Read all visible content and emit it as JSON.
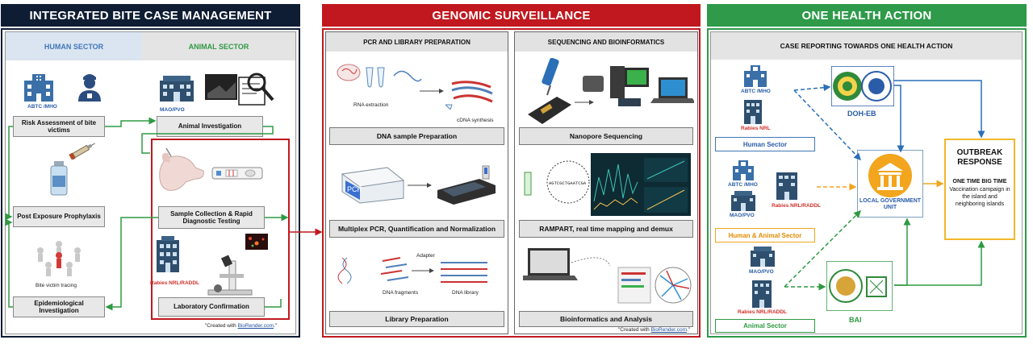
{
  "colors": {
    "navy": "#0e1d33",
    "red": "#c0181e",
    "green": "#2e9a4a",
    "human_blue": "#3f77b8",
    "animal_green": "#2f9a43",
    "orange": "#f2a51d",
    "teal": "#2e7d73"
  },
  "integrated": {
    "title": "INTEGRATED BITE CASE MANAGEMENT",
    "human_sector": "HUMAN SECTOR",
    "animal_sector": "ANIMAL SECTOR",
    "abtc_label": "ABTC /MHO",
    "mao_label": "MAO/PVO",
    "risk_assessment": "Risk Assessment of bite victims",
    "animal_investigation": "Animal Investigation",
    "pep": "Post Exposure Prophylaxis",
    "sample_collection": "Sample Collection & Rapid Diagnostic Testing",
    "bite_tracing": "Bite victim tracing",
    "rabies_nrl": "Rabies NRL/RADDL",
    "epi_investigation": "Epidemiological Investigation",
    "lab_confirmation": "Laboratory Confirmation",
    "credit_prefix": "\"Created with ",
    "credit_link": "BioRender.com",
    "credit_suffix": ".\""
  },
  "genomic": {
    "title": "GENOMIC SURVEILLANCE",
    "left_header": "PCR AND LIBRARY PREPARATION",
    "right_header": "SEQUENCING AND BIOINFORMATICS",
    "rna_extraction": "RNA extraction",
    "cdna_synthesis": "cDNA synthesis",
    "dna_sample_prep": "DNA sample Preparation",
    "pcr_device": "PCR",
    "multiplex": "Multiplex PCR, Quantification and Normalization",
    "adapter": "Adapter",
    "dna_fragments": "DNA fragments",
    "dna_library": "DNA library",
    "library_prep": "Library Preparation",
    "nanopore": "Nanopore Sequencing",
    "seq_snippet": "AGTCGCTGAATCGA",
    "rampart": "RAMPART, real time mapping and demux",
    "bioinformatics": "Bioinformatics and Analysis",
    "credit_prefix": "\"Created with ",
    "credit_link": "BioRender.com",
    "credit_suffix": ".\""
  },
  "onehealth": {
    "title": "ONE HEALTH ACTION",
    "sub_header": "CASE REPORTING TOWARDS ONE HEALTH ACTION",
    "abtc_label": "ABTC /MHO",
    "rabies_nrl": "Rabies NRL",
    "doh_eb": "DOH-EB",
    "human_sector": "Human Sector",
    "abtc_label_2": "ABTC /MHO",
    "rabies_nrl_raddl": "Rabies NRL/RADDL",
    "mao_pvo": "MAO/PVO",
    "human_animal_sector": "Human & Animal Sector",
    "lgu": "LOCAL GOVERNMENT UNIT",
    "mao_pvo_2": "MAO/PVO",
    "rabies_nrl_raddl_2": "Rabies NRL/RADDL",
    "animal_sector": "Animal Sector",
    "bai": "BAI",
    "outbreak_title": "OUTBREAK RESPONSE",
    "one_time_big_time": "ONE TIME BIG TIME",
    "outbreak_desc": "Vaccination campaign in the island and neighboring islands"
  },
  "icons": [
    "hospital-icon",
    "nurse-icon",
    "building-icon",
    "magnifier-document-icon",
    "syringe-icon",
    "vaccine-vial-icon",
    "dog-icon",
    "rapid-test-icon",
    "microscope-icon",
    "tube-icon",
    "pcr-machine-icon",
    "pipette-icon",
    "sequencer-icon",
    "laptop-icon",
    "columns-icon",
    "seal-icon"
  ]
}
